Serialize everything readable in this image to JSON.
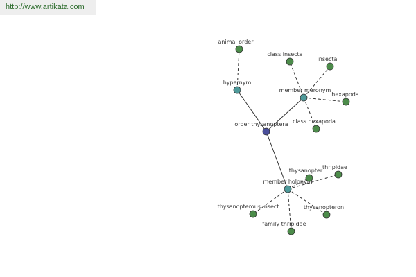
{
  "site_url": "http://www.artikata.com",
  "colors": {
    "root": "#4a4f9a",
    "relation": "#4e9a9a",
    "leaf": "#4c8c4a",
    "edge": "#333333"
  },
  "nodes": [
    {
      "id": "order-thysanoptera",
      "label": "order thysanoptera",
      "kind": "root"
    },
    {
      "id": "hypernym",
      "label": "hypernym",
      "kind": "relation"
    },
    {
      "id": "member-meronym",
      "label": "member meronym",
      "kind": "relation"
    },
    {
      "id": "member-holonym",
      "label": "member holonym",
      "kind": "relation"
    },
    {
      "id": "animal-order",
      "label": "animal order",
      "kind": "leaf"
    },
    {
      "id": "class-insecta",
      "label": "class insecta",
      "kind": "leaf"
    },
    {
      "id": "insecta",
      "label": "insecta",
      "kind": "leaf"
    },
    {
      "id": "hexapoda",
      "label": "hexapoda",
      "kind": "leaf"
    },
    {
      "id": "class-hexapoda",
      "label": "class hexapoda",
      "kind": "leaf"
    },
    {
      "id": "thysanopter",
      "label": "thysanopter",
      "kind": "leaf"
    },
    {
      "id": "thripidae",
      "label": "thripidae",
      "kind": "leaf"
    },
    {
      "id": "thysanopterous-insect",
      "label": "thysanopterous insect",
      "kind": "leaf"
    },
    {
      "id": "family-thripidae",
      "label": "family thripidae",
      "kind": "leaf"
    },
    {
      "id": "thysanopteron",
      "label": "thysanopteron",
      "kind": "leaf"
    }
  ],
  "edges": [
    {
      "from": "order-thysanoptera",
      "to": "hypernym",
      "style": "solid"
    },
    {
      "from": "order-thysanoptera",
      "to": "member-meronym",
      "style": "solid"
    },
    {
      "from": "order-thysanoptera",
      "to": "member-holonym",
      "style": "solid"
    },
    {
      "from": "hypernym",
      "to": "animal-order",
      "style": "dashed"
    },
    {
      "from": "member-meronym",
      "to": "class-insecta",
      "style": "dashed"
    },
    {
      "from": "member-meronym",
      "to": "insecta",
      "style": "dashed"
    },
    {
      "from": "member-meronym",
      "to": "hexapoda",
      "style": "dashed"
    },
    {
      "from": "member-meronym",
      "to": "class-hexapoda",
      "style": "dashed"
    },
    {
      "from": "member-holonym",
      "to": "thysanopter",
      "style": "dashed"
    },
    {
      "from": "member-holonym",
      "to": "thripidae",
      "style": "dashed"
    },
    {
      "from": "member-holonym",
      "to": "thysanopterous-insect",
      "style": "dashed"
    },
    {
      "from": "member-holonym",
      "to": "family-thripidae",
      "style": "dashed"
    },
    {
      "from": "member-holonym",
      "to": "thysanopteron",
      "style": "dashed"
    }
  ]
}
